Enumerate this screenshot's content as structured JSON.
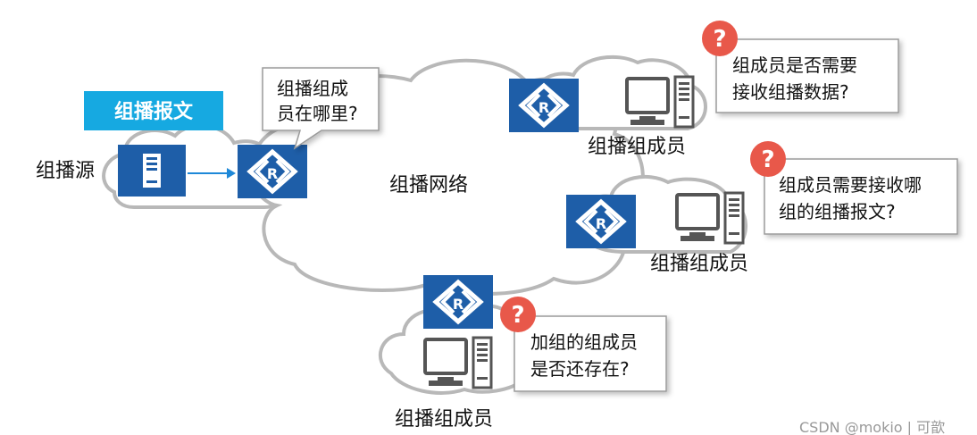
{
  "multicast_message_tag": "组播报文",
  "source_label": "组播源",
  "network_label": "组播网络",
  "member_label": "组播组成员",
  "router_glyph": "R",
  "question_glyph": "?",
  "bubbles": {
    "router_question": [
      "组播组成",
      "员在哪里?"
    ],
    "top_right_question": [
      "组成员是否需要",
      "接收组播数据?"
    ],
    "middle_right_question": [
      "组成员需要接收哪",
      "组的组播报文?"
    ],
    "bottom_question": [
      "加组的组成员",
      "是否还存在?"
    ]
  },
  "watermark": "CSDN @mokio | 可歆",
  "colors": {
    "router_blue": "#1E5EA8",
    "tag_blue": "#16A9E1",
    "question_red": "#E8584A",
    "cloud_stroke": "#B8B8B8",
    "arrow_blue": "#1E88D8"
  },
  "icons": [
    "router-icon",
    "server-icon",
    "computer-icon",
    "question-icon"
  ]
}
